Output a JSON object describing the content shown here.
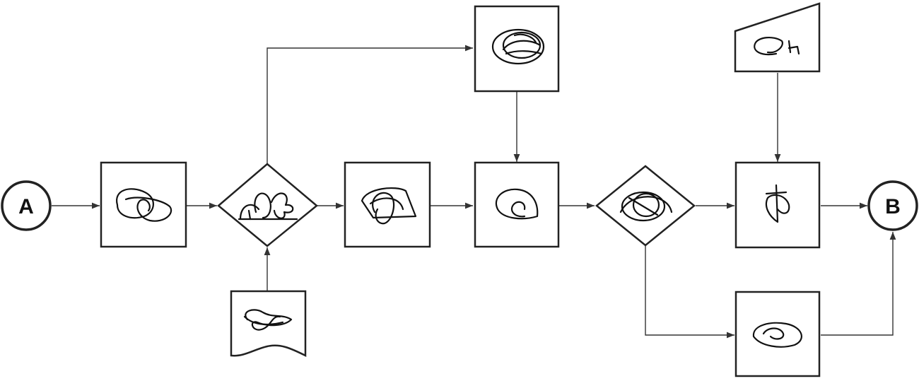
{
  "diagram": {
    "start_label": "A",
    "end_label": "B",
    "colors": {
      "stroke": "#222222",
      "background": "#ffffff"
    },
    "shapes": [
      "start-terminal-circle",
      "process-box",
      "decision-diamond",
      "document-input",
      "process-box",
      "process-box",
      "process-box",
      "decision-diamond",
      "manual-input-trapezoid",
      "process-box",
      "process-box",
      "end-terminal-circle"
    ],
    "icons": [
      "scribble-icon"
    ]
  }
}
